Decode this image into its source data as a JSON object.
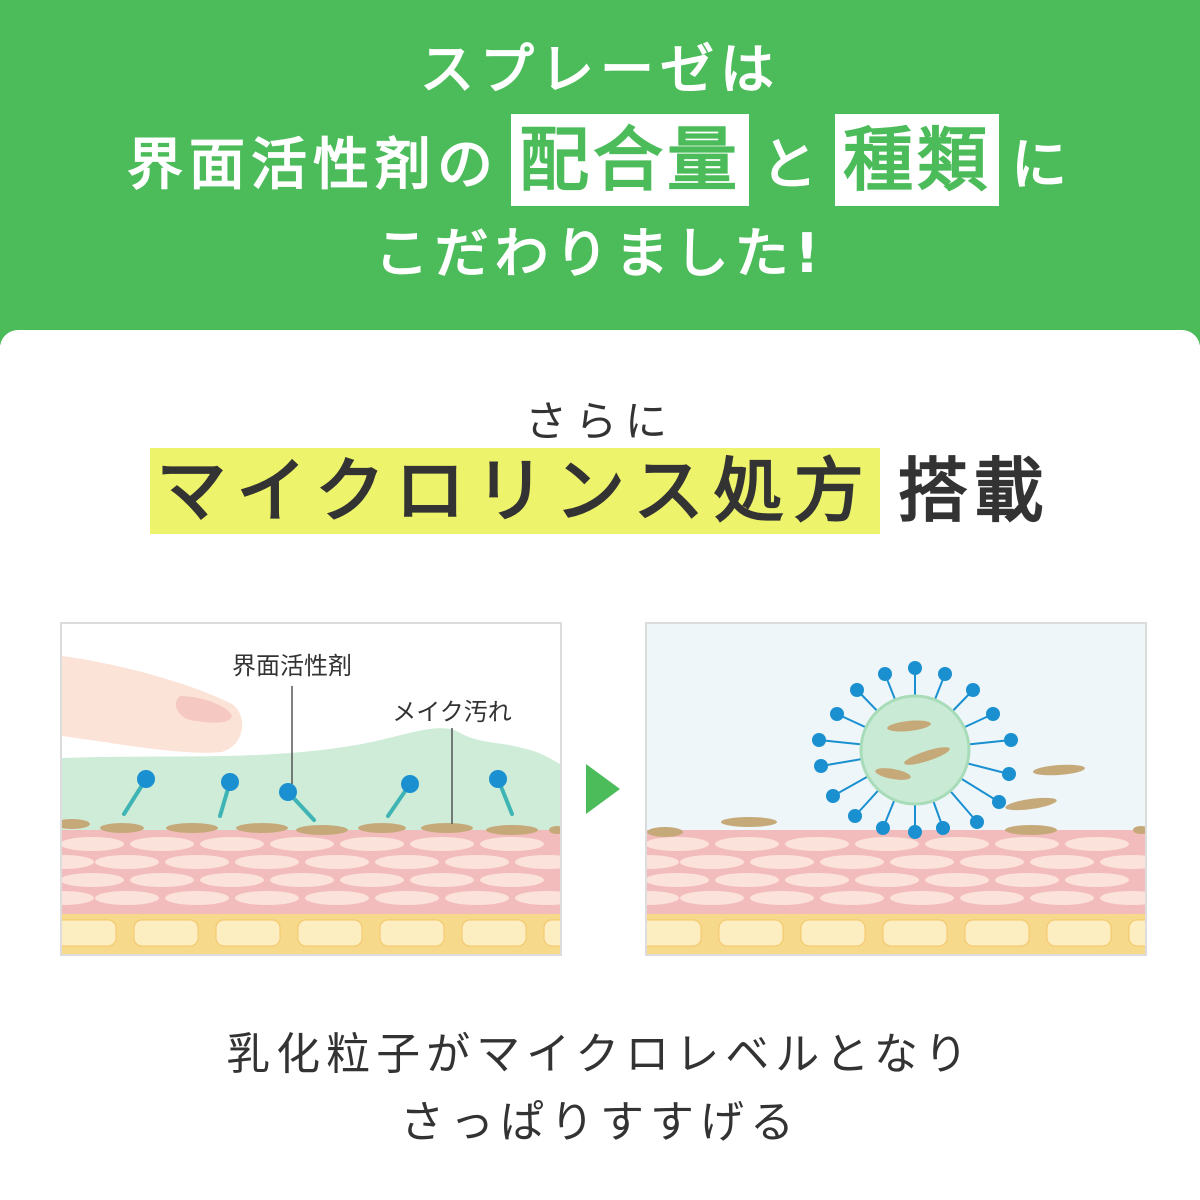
{
  "header": {
    "line1": "スプレーゼは",
    "line2_pre": "界面活性剤の",
    "line2_box1": "配合量",
    "line2_mid": "と",
    "line2_box2": "種類",
    "line2_post": "に",
    "line3": "こだわりました!"
  },
  "feature": {
    "intro": "さらに",
    "highlight": "マイクロリンス処方",
    "suffix": "搭載"
  },
  "diagram": {
    "label_surfactant": "界面活性剤",
    "label_makeup_dirt": "メイク汚れ"
  },
  "caption": {
    "line1": "乳化粒子がマイクロレベルとなり",
    "line2": "さっぱりすすげる"
  },
  "colors": {
    "green": "#4cbc5a",
    "highlight_yellow": "#edf36a",
    "skin_pink": "#f2b8b8",
    "surfactant_blue": "#1a90d0"
  }
}
